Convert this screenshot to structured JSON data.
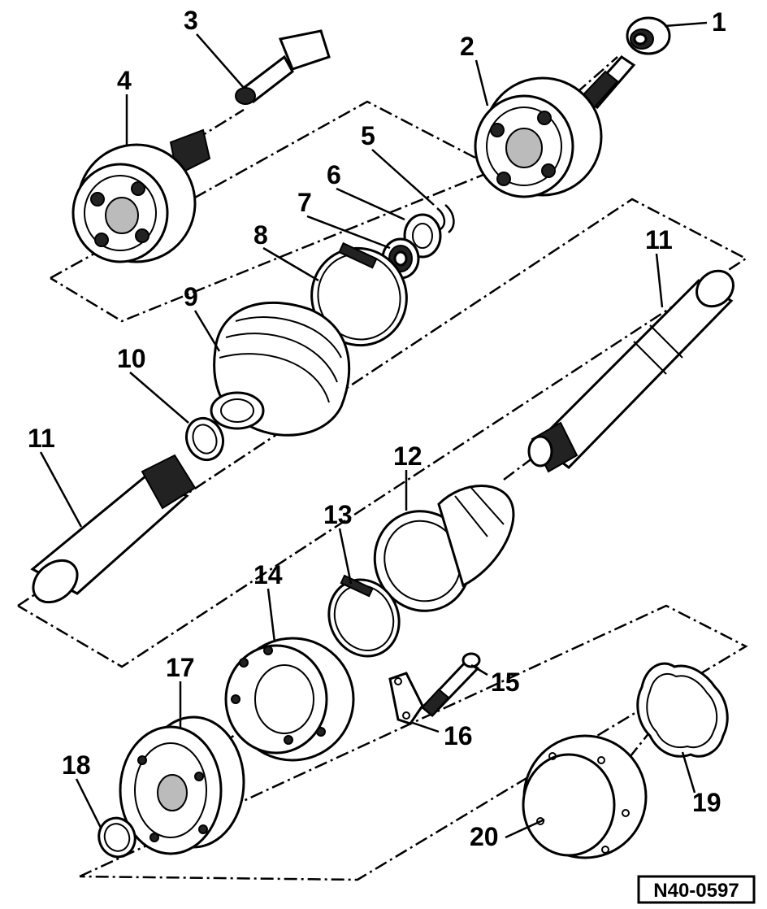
{
  "labels": {
    "p1": "1",
    "p2": "2",
    "p3": "3",
    "p4": "4",
    "p5": "5",
    "p6": "6",
    "p7": "7",
    "p8": "8",
    "p9": "9",
    "p10": "10",
    "p11a": "11",
    "p11b": "11",
    "p12": "12",
    "p13": "13",
    "p14": "14",
    "p15": "15",
    "p16": "16",
    "p17": "17",
    "p18": "18",
    "p19": "19",
    "p20": "20"
  },
  "reference_code": "N40-0597"
}
